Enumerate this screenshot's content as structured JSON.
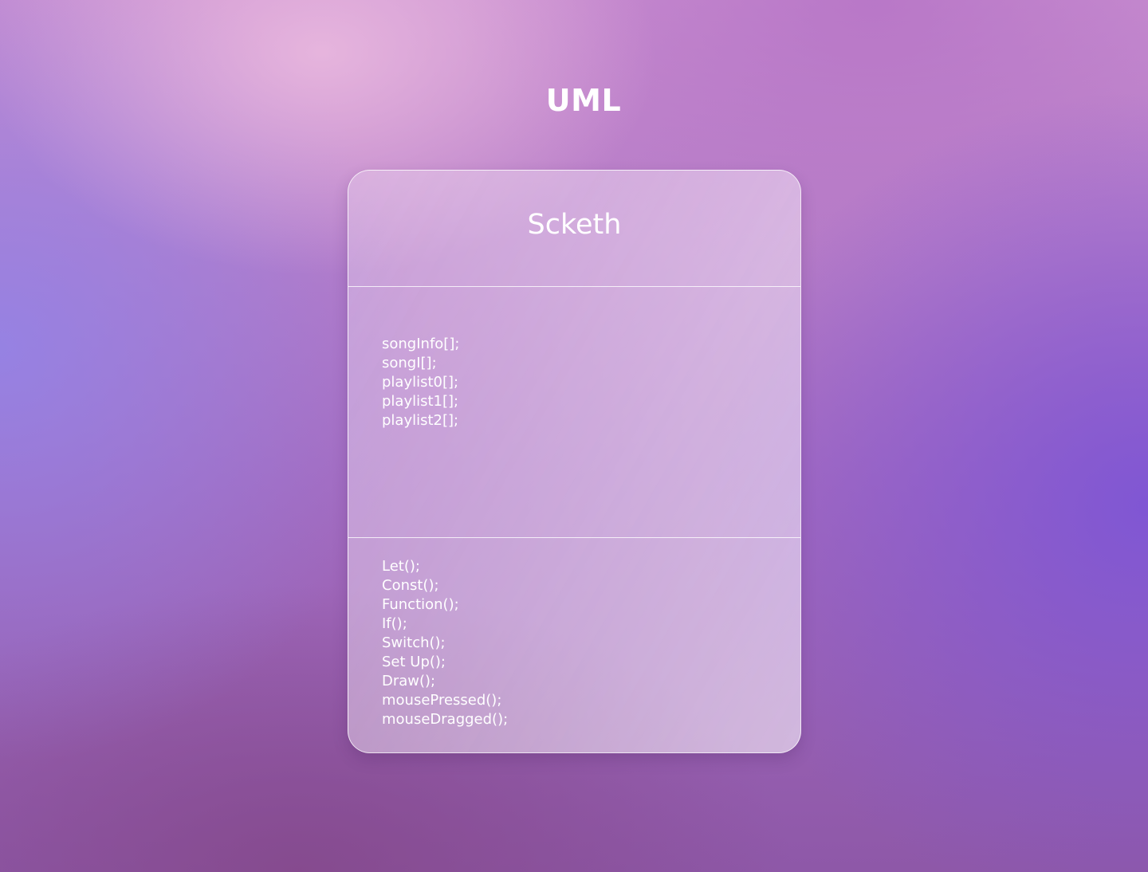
{
  "page": {
    "title": "UML"
  },
  "uml_class": {
    "name": "Scketh",
    "attributes": [
      "songInfo[];",
      "songI[];",
      "playlist0[];",
      "playlist1[];",
      "playlist2[];"
    ],
    "methods": [
      "Let();",
      "Const();",
      "Function();",
      "If();",
      "Switch();",
      "Set Up();",
      "Draw();",
      "mousePressed();",
      "mouseDragged();"
    ]
  }
}
